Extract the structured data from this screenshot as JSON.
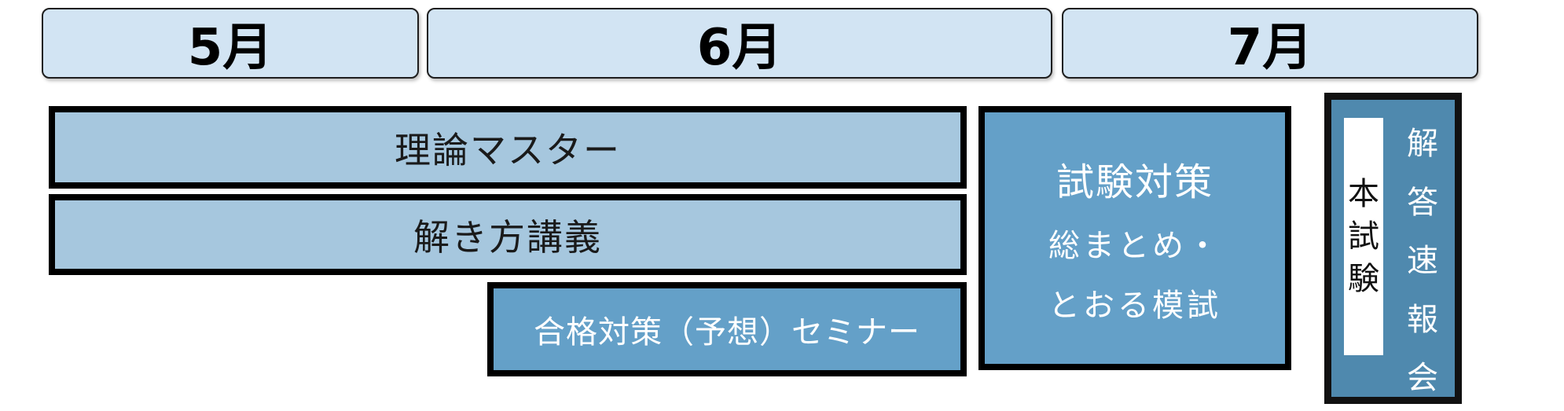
{
  "months": {
    "may": "5月",
    "june": "6月",
    "july": "7月"
  },
  "courses": {
    "theory_master": "理論マスター",
    "solution_lecture": "解き方講義",
    "seminar": "合格対策（予想）セミナー",
    "exam_prep": {
      "line1": "試験対策",
      "line2": "総まとめ・",
      "line3": "とおる模試"
    },
    "exam_day": [
      "本",
      "試",
      "験"
    ],
    "flash_report": [
      "解",
      "答",
      "速",
      "報",
      "会"
    ]
  },
  "colors": {
    "month_fill": "#d2e4f3",
    "light_bar": "#a6c7de",
    "dark_bar": "#64a0c8",
    "final_bar": "#4f89ae"
  }
}
